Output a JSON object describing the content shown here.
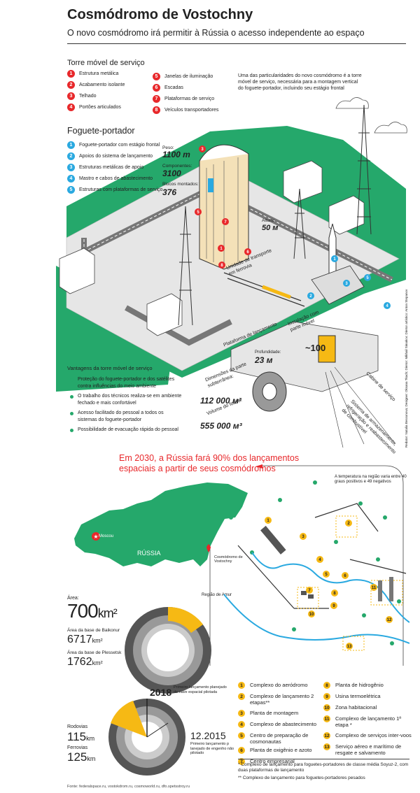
{
  "title": "Cosmódromo de Vostochny",
  "subtitle": "O novo cosmódromo irá permitir à Rússia o acesso independente ao espaço",
  "tower": {
    "heading": "Torre móvel de serviço",
    "items": [
      {
        "n": "1",
        "label": "Estrutura metálica"
      },
      {
        "n": "2",
        "label": "Acabamento isolante"
      },
      {
        "n": "3",
        "label": "Telhado"
      },
      {
        "n": "4",
        "label": "Portões articulados"
      },
      {
        "n": "5",
        "label": "Janelas de iluminação"
      },
      {
        "n": "6",
        "label": "Escadas"
      },
      {
        "n": "7",
        "label": "Plataformas de serviço"
      },
      {
        "n": "8",
        "label": "Veículos transportadores"
      }
    ],
    "note": "Uma das particularidades do novo cosmódromo é a torre móvel de serviço, necessária para a montagem vertical do foguete-portador, incluindo seu estágio frontal"
  },
  "rocket": {
    "heading": "Foguete-portador",
    "items": [
      {
        "n": "1",
        "label": "Foguete-portador com estágio frontal"
      },
      {
        "n": "2",
        "label": "Apoios do sistema de lançamento"
      },
      {
        "n": "3",
        "label": "Estruturas metálicas de apoio"
      },
      {
        "n": "4",
        "label": "Mastro e cabos de abastecimento"
      },
      {
        "n": "5",
        "label": "Estruturas com plataformas de serviço"
      }
    ]
  },
  "stats": {
    "peso_label": "Peso:",
    "peso_value": "1100 т",
    "comp_label": "Componentes:",
    "comp_value": "3100",
    "blocos_label": "Blocos montados:",
    "blocos_value": "376",
    "altura_label": "Altura:",
    "altura_value": "50 м",
    "dim_label": "Dimensões da parte subterrânea:",
    "dim_value": "112 000 м³",
    "fosso_label": "Volume do fosso:",
    "fosso_value": "555 000 м³",
    "prof_label": "Profundidade:",
    "prof_value": "23 м",
    "inst_label": "Instalação com parte móvel",
    "inst_value": "~100"
  },
  "diagram_labels": {
    "unidade": "Unidade de transporte em ferrovia",
    "plataforma": "Plataforma de lançamento",
    "cabine": "Cabine de serviço",
    "sistema": "Sistema de armazenamento, refrigeração e reabastecimento de combustível",
    "credits": "Redator: Natalia Bessonova; Designer: Oksana Tkach; Diretor: Mikhail Simakov; Diretor artístico: Anton Stepanov"
  },
  "advantages": {
    "heading": "Vantagens da torre móvel de serviço",
    "items": [
      "Proteção do foguete-portador e dos satélites contra influências do meio ambiente",
      "O trabalho dos técnicos realiza-se em ambiente fechado e mais confortável",
      "Acesso facilitado do pessoal a todos os sistemas do foguete-portador",
      "Possibilidade de evacuação rápida do pessoal"
    ]
  },
  "headline2": "Em 2030, a Rússia fará 90% dos lançamentos espaciais a partir de seus cosmódromos",
  "map": {
    "country": "RÚSSIA",
    "moscow": "Moscou",
    "vostochny": "Cosmódromo de Vostochny",
    "amur": "Região de Amur",
    "temp_note": "A temperatura na região varia entre 40 graus positivos e 49 negativos"
  },
  "area": {
    "label": "Área:",
    "value": "700",
    "unit": "km²",
    "baikonur_label": "Área da base de Baikonur",
    "baikonur_value": "6717",
    "plesetsk_label": "Área da base de Plessetsk",
    "plesetsk_value": "1762",
    "km2": "km²"
  },
  "timeline": {
    "y2018": "2018",
    "y2018_note": "Primeiro lançamento planejado de nave espacial pilotada",
    "d2015": "12.2015",
    "d2015_note": "Primeiro lançamento p lanejado de engenho não pilotado",
    "rod_label": "Rodovias",
    "rod_value": "115",
    "fer_label": "Ferrovias",
    "fer_value": "125",
    "km": "km"
  },
  "key": [
    {
      "n": "1",
      "label": "Complexo do aeródromo"
    },
    {
      "n": "2",
      "label": "Complexo de lançamento 2 etapas**"
    },
    {
      "n": "3",
      "label": "Planta de montagem"
    },
    {
      "n": "4",
      "label": "Complexo de abastecimento"
    },
    {
      "n": "5",
      "label": "Centro de preparação de cosmonautas"
    },
    {
      "n": "6",
      "label": "Planta de oxigênio e azoto"
    },
    {
      "n": "7",
      "label": "Centro empresarial"
    },
    {
      "n": "8",
      "label": "Planta de hidrogênio"
    },
    {
      "n": "9",
      "label": "Usina termoelétrica"
    },
    {
      "n": "10",
      "label": "Zona habitacional"
    },
    {
      "n": "11",
      "label": "Complexo de lançamento 1ª etapa *"
    },
    {
      "n": "12",
      "label": "Complexo de serviços inter-voos"
    },
    {
      "n": "13",
      "label": "Serviço aéreo e marítimo de resgate e salvamento"
    }
  ],
  "footnotes": [
    "* Complexo de lançamento para foguetes-portadores de classe média Soyuz-2, com duas plataformas de lançamento",
    "** Complexo de lançamento para foguetes-portadores pesados"
  ],
  "sources": "Fonte: federalspace.ru, vostokdrom.ru, cosmoworld.ru, dfo.spetsstroy.ru",
  "colors": {
    "green": "#25a86b",
    "red": "#e8282b",
    "blue": "#2aa9e0",
    "yellow": "#f6b914"
  }
}
